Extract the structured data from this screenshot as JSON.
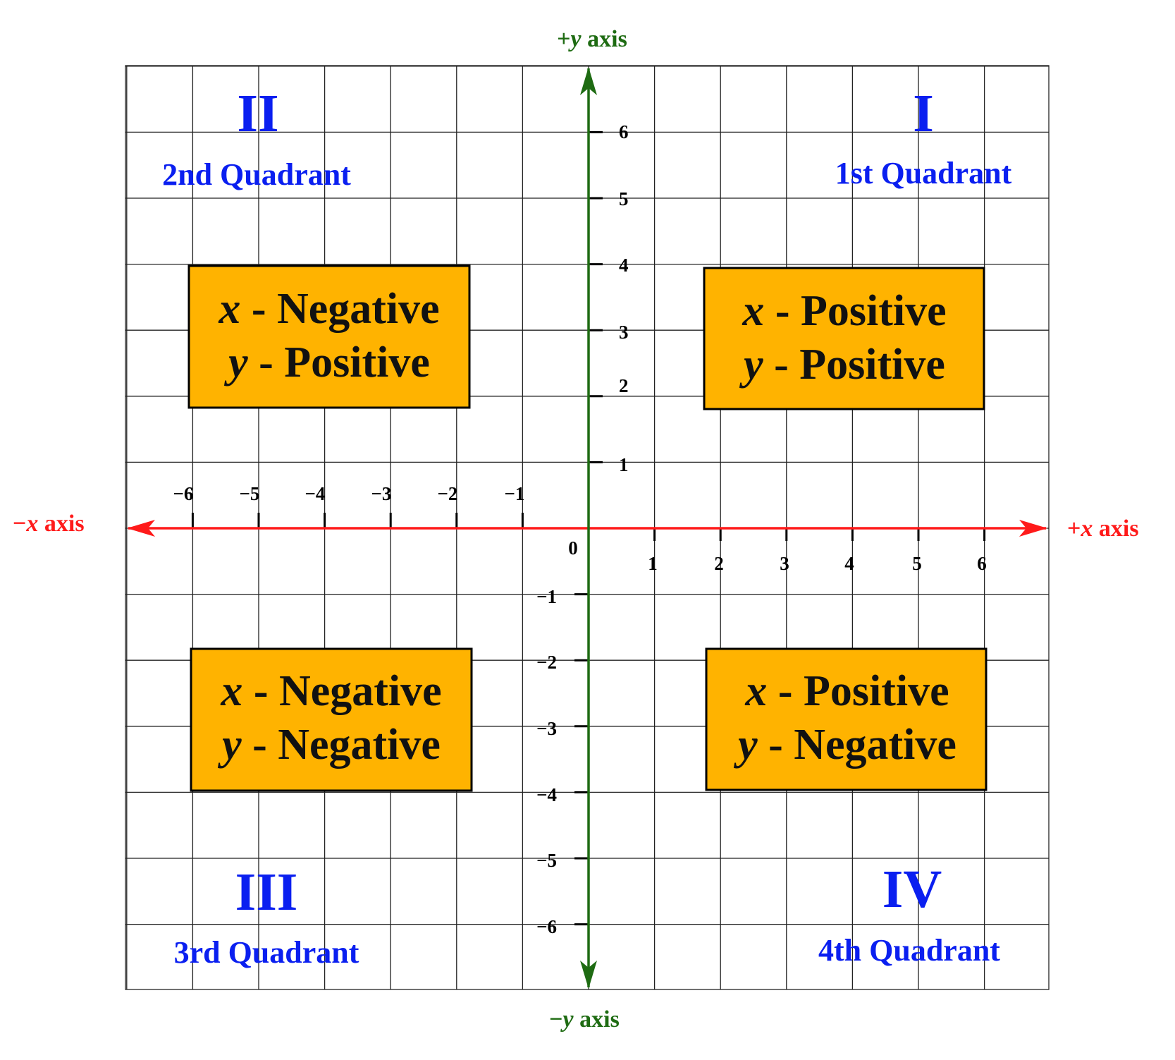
{
  "colors": {
    "x_axis": "#ff1a1a",
    "y_axis": "#1e6b12",
    "quadrant_text": "#0a1ff0",
    "box_fill": "#ffb300",
    "grid": "#222222"
  },
  "axes": {
    "pos_y": {
      "sign": "+",
      "var": "y",
      "word": " axis"
    },
    "neg_y": {
      "sign": "−",
      "var": "y",
      "word": " axis"
    },
    "pos_x": {
      "sign": "+",
      "var": "x",
      "word": " axis"
    },
    "neg_x": {
      "sign": "−",
      "var": "x",
      "word": " axis"
    },
    "origin": "0"
  },
  "ticks": {
    "x_neg": [
      "−6",
      "−5",
      "−4",
      "−3",
      "−2",
      "−1"
    ],
    "x_pos": [
      "1",
      "2",
      "3",
      "4",
      "5",
      "6"
    ],
    "y_pos": [
      "1",
      "2",
      "3",
      "4",
      "5",
      "6"
    ],
    "y_neg": [
      "−1",
      "−2",
      "−3",
      "−4",
      "−5",
      "−6"
    ]
  },
  "quadrants": {
    "q1": {
      "numeral": "I",
      "name": "1st Quadrant",
      "line1_var": "x",
      "line1_sign": " - Positive",
      "line2_var": "y",
      "line2_sign": " - Positive"
    },
    "q2": {
      "numeral": "II",
      "name": "2nd Quadrant",
      "line1_var": "x",
      "line1_sign": " - Negative",
      "line2_var": "y",
      "line2_sign": " - Positive"
    },
    "q3": {
      "numeral": "III",
      "name": "3rd Quadrant",
      "line1_var": "x",
      "line1_sign": " - Negative",
      "line2_var": "y",
      "line2_sign": " - Negative"
    },
    "q4": {
      "numeral": "IV",
      "name": "4th Quadrant",
      "line1_var": "x",
      "line1_sign": " - Positive",
      "line2_var": "y",
      "line2_sign": " - Negative"
    }
  }
}
